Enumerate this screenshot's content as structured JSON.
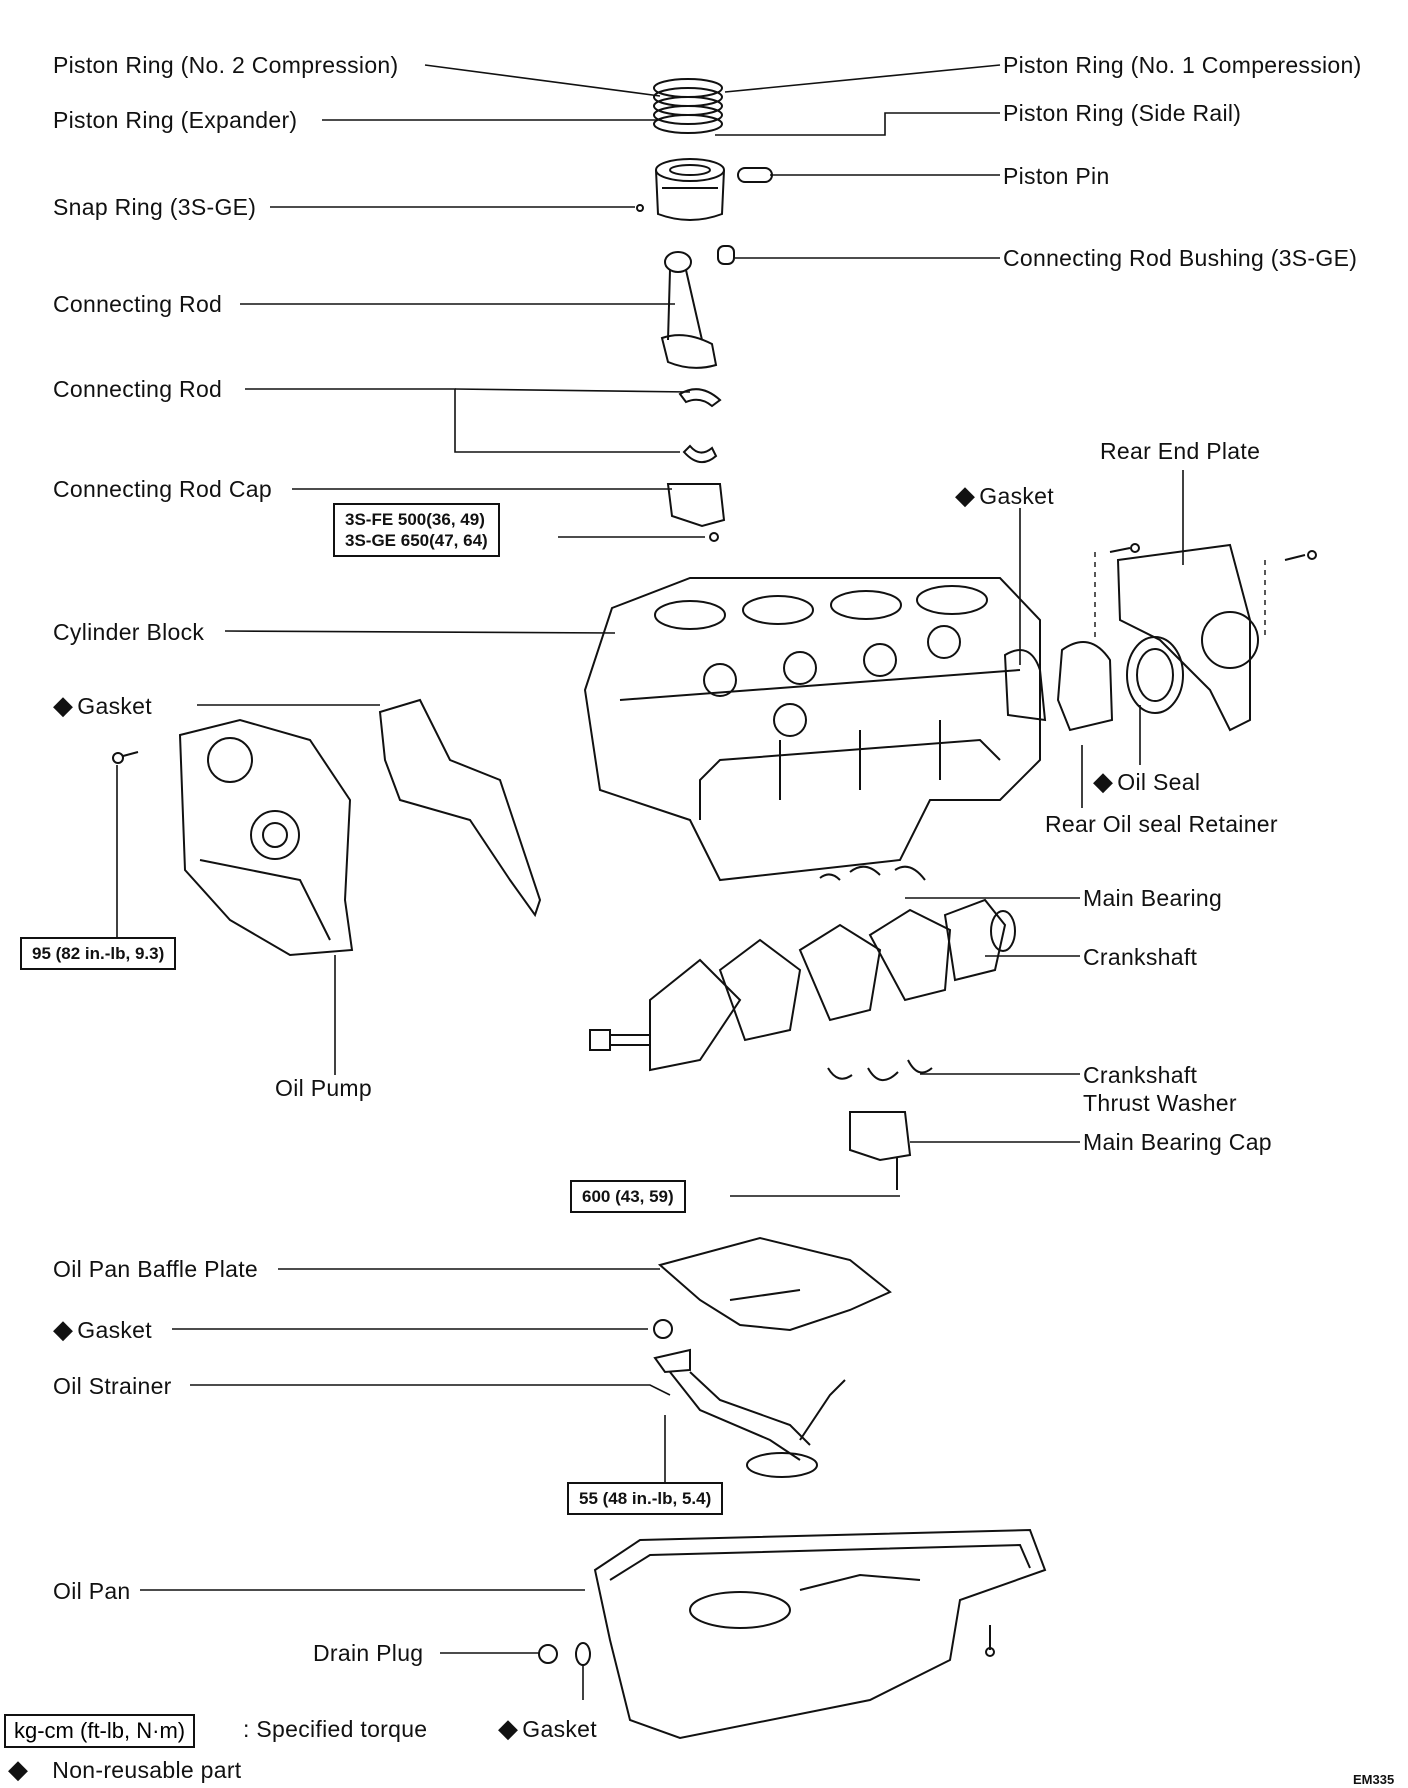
{
  "labels": {
    "piston_ring_no2": "Piston Ring (No. 2 Compression)",
    "piston_ring_no1": "Piston Ring (No. 1 Comperession)",
    "piston_ring_expander": "Piston Ring (Expander)",
    "piston_ring_side_rail": "Piston Ring (Side Rail)",
    "piston_pin": "Piston Pin",
    "snap_ring": "Snap Ring (3S-GE)",
    "conrod_bushing": "Connecting Rod Bushing (3S-GE)",
    "connecting_rod": "Connecting Rod",
    "connecting_rod_bearing": "Connecting Rod",
    "connecting_rod_cap": "Connecting Rod Cap",
    "rear_end_plate": "Rear End Plate",
    "gasket_rear": "Gasket",
    "cylinder_block": "Cylinder Block",
    "gasket_front": "Gasket",
    "oil_seal": "Oil Seal",
    "rear_oil_seal_retainer": "Rear Oil seal Retainer",
    "main_bearing": "Main Bearing",
    "crankshaft": "Crankshaft",
    "thrust_washer_l1": "Crankshaft",
    "thrust_washer_l2": "Thrust Washer",
    "main_bearing_cap": "Main Bearing Cap",
    "oil_pump": "Oil Pump",
    "oil_pan_baffle_plate": "Oil Pan Baffle Plate",
    "gasket_strainer": "Gasket",
    "oil_strainer": "Oil Strainer",
    "oil_pan": "Oil Pan",
    "drain_plug": "Drain Plug",
    "gasket_drain": "Gasket"
  },
  "torque": {
    "conrod_cap_line1": "3S-FE 500(36, 49)",
    "conrod_cap_line2": "3S-GE 650(47, 64)",
    "oil_pump_bolt": "95 (82 in.-lb, 9.3)",
    "main_cap_bolt": "600 (43, 59)",
    "strainer_bolt": "55 (48 in.-lb, 5.4)"
  },
  "legend": {
    "torque_unit": "kg-cm (ft-lb, N·m)",
    "torque_desc": ":  Specified torque",
    "nonreusable": "Non-reusable part"
  },
  "symbols": {
    "diamond": "◆"
  },
  "figure_id": "EM335"
}
